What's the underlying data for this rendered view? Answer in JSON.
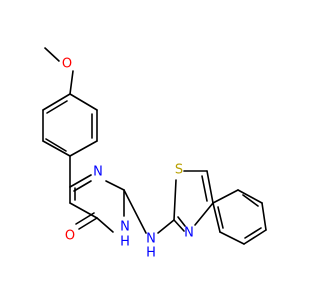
{
  "atom_labels": {
    "methoxy_o": "O",
    "ring_n_upper": "N",
    "ring_n_lower": "N",
    "ring_nh_h": "H",
    "carbonyl_o": "O",
    "amine_n": "N",
    "amine_h": "H",
    "thiazole_s": "S",
    "thiazole_n": "N"
  },
  "colors": {
    "bond": "#000000",
    "oxygen": "#ff0000",
    "nitrogen": "#0000ff",
    "sulfur": "#b8a000"
  }
}
